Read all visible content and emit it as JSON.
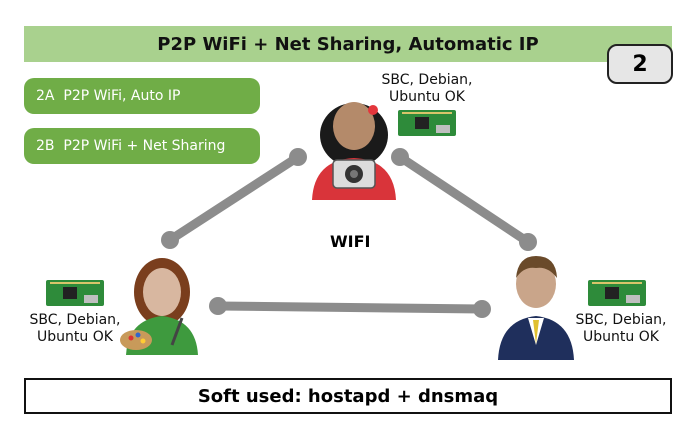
{
  "title": "P2P WiFi + Net Sharing, Automatic IP",
  "badge": "2",
  "options": [
    {
      "code": "2A",
      "label": "P2P WiFi, Auto IP"
    },
    {
      "code": "2B",
      "label": "P2P WiFi + Net Sharing"
    }
  ],
  "devices": {
    "top": {
      "line1": "SBC, Debian,",
      "line2": "Ubuntu OK"
    },
    "left": {
      "line1": "SBC, Debian,",
      "line2": "Ubuntu OK"
    },
    "right": {
      "line1": "SBC, Debian,",
      "line2": "Ubuntu OK"
    }
  },
  "link_label": "WIFI",
  "footer": "Soft used: hostapd + dnsmaq",
  "colors": {
    "title_bg": "#a9d18e",
    "pill_bg": "#70ad47",
    "link": "#8c8c8c",
    "board": "#2e8b3a"
  }
}
